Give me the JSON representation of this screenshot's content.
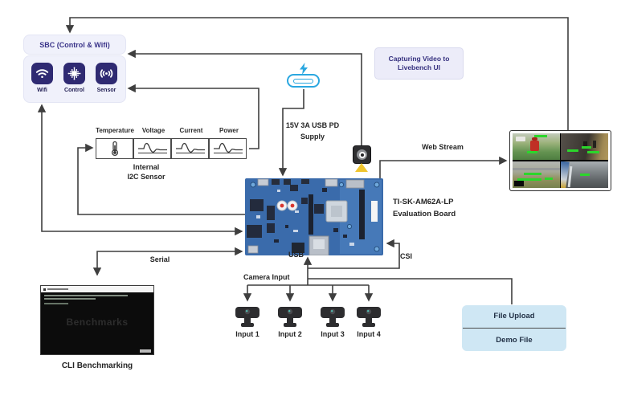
{
  "sbc": {
    "title": "SBC (Control & Wifi)",
    "modules": [
      {
        "label": "Wifi",
        "icon": "wifi-icon"
      },
      {
        "label": "Control",
        "icon": "chip-icon"
      },
      {
        "label": "Sensor",
        "icon": "broadcast-icon"
      }
    ]
  },
  "capture_note": {
    "line1": "Capturing Video to",
    "line2": "Livebench UI"
  },
  "i2c_sensor": {
    "channels": [
      "Temperature",
      "Voltage",
      "Current",
      "Power"
    ],
    "caption_line1": "Internal",
    "caption_line2": "I2C Sensor"
  },
  "power_supply": {
    "line1": "15V 3A USB PD",
    "line2": "Supply"
  },
  "board": {
    "name_line1": "TI-SK-AM62A-LP",
    "name_line2": "Evaluation Board",
    "usb_port": "USB",
    "csi_port": "CSI"
  },
  "flow_labels": {
    "web_stream": "Web Stream",
    "serial": "Serial",
    "camera_input": "Camera Input"
  },
  "camera_inputs": [
    "Input 1",
    "Input 2",
    "Input 3",
    "Input 4"
  ],
  "file_box": {
    "row1": "File Upload",
    "row2": "Demo File"
  },
  "terminal": {
    "watermark": "Benchmarks",
    "caption": "CLI Benchmarking"
  },
  "colors": {
    "accent_indigo": "#3a3489",
    "icon_tile": "#2f2a72",
    "usb_pd_blue": "#2aa7e0",
    "file_box_blue": "#cfe7f4",
    "detection_green": "#2bd62b",
    "beam_yellow": "#f0c52e",
    "wire": "#3f3f3f"
  }
}
